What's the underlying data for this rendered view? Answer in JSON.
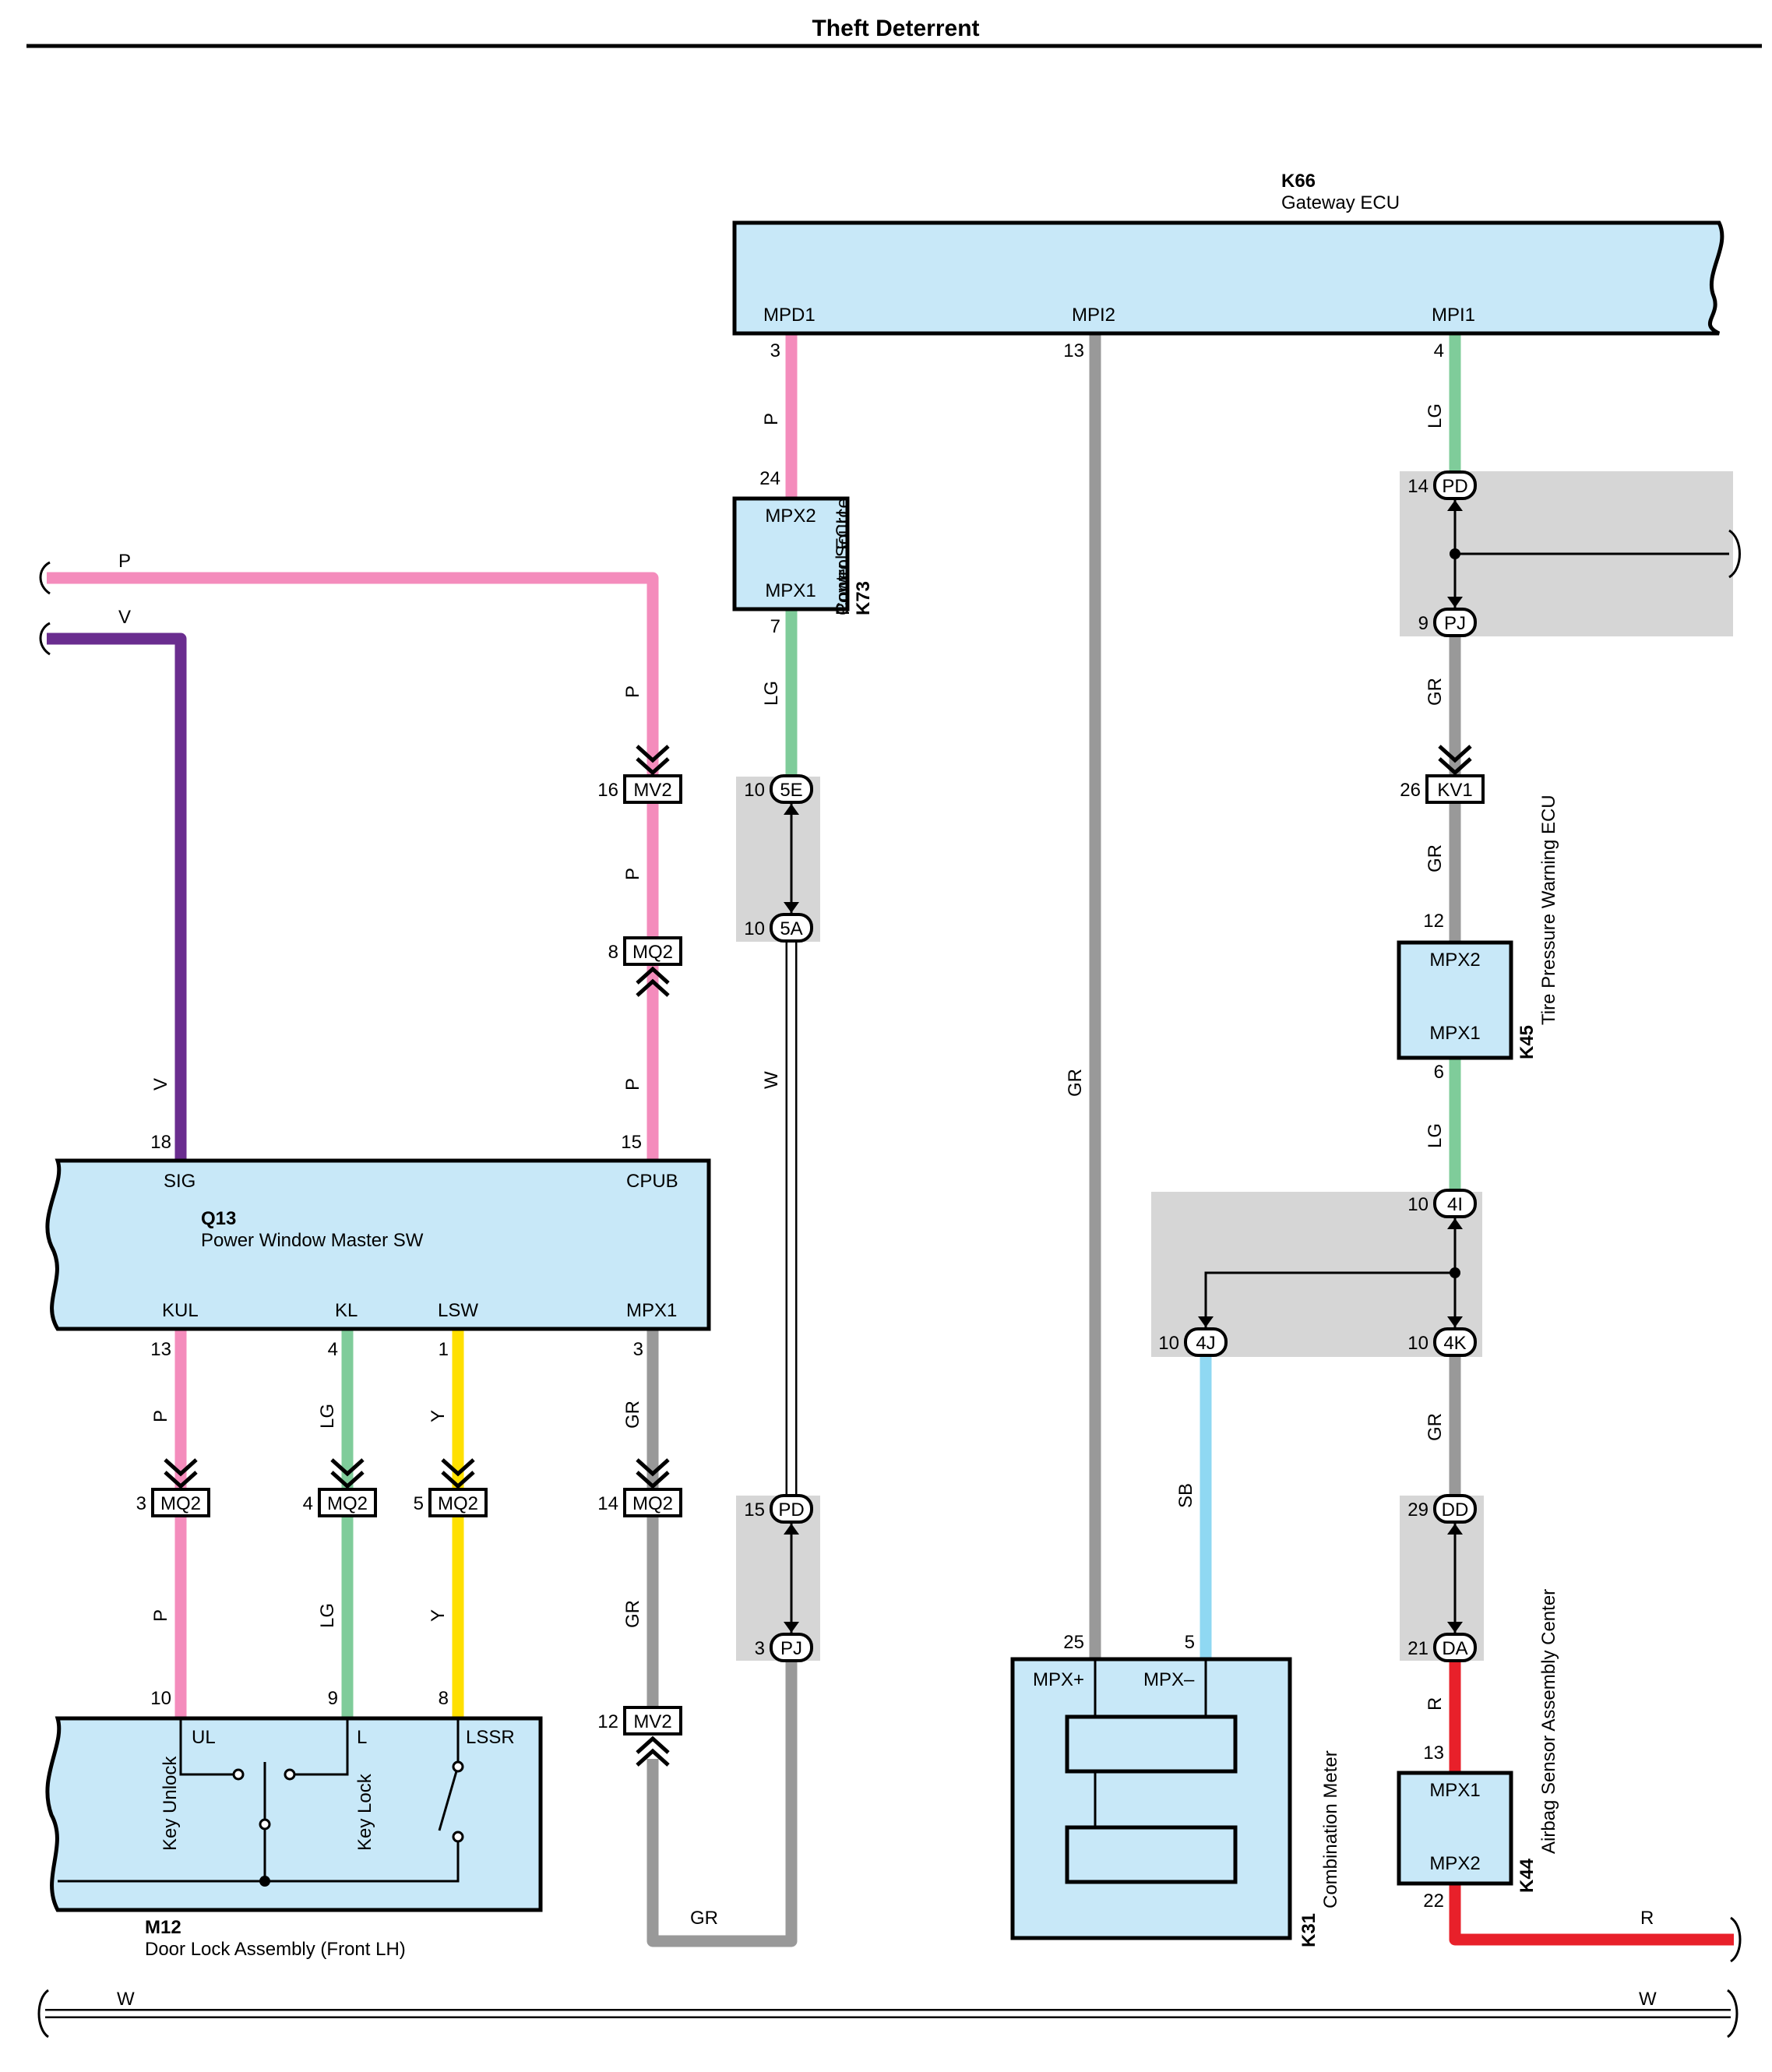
{
  "title": "Theft Deterrent",
  "colors": {
    "P": "#f48cbc",
    "V": "#6a2d8f",
    "LG": "#7fcc9a",
    "Y": "#ffe000",
    "GR": "#999999",
    "W": "#ffffff",
    "SB": "#8fd8f2",
    "R": "#e8202a",
    "component_fill": "#c8e8f8",
    "junction_shade": "#d6d6d6"
  },
  "components": {
    "k66": {
      "code": "K66",
      "name": "Gateway ECU",
      "pins": {
        "mpd1": "MPD1",
        "mpi2": "MPI2",
        "mpi1": "MPI1"
      }
    },
    "k73": {
      "code": "K73",
      "name_line1": "Power Source",
      "name_line2": "Control ECU",
      "pins": {
        "mpx2": "MPX2",
        "mpx1": "MPX1"
      }
    },
    "k45": {
      "code": "K45",
      "name": "Tire Pressure Warning ECU",
      "pins": {
        "mpx2": "MPX2",
        "mpx1": "MPX1"
      }
    },
    "q13": {
      "code": "Q13",
      "name": "Power Window Master SW",
      "pins": {
        "sig": "SIG",
        "cpub": "CPUB",
        "kul": "KUL",
        "kl": "KL",
        "lsw": "LSW",
        "mpx1": "MPX1"
      }
    },
    "m12": {
      "code": "M12",
      "name": "Door Lock Assembly (Front LH)",
      "pins": {
        "ul": "UL",
        "l": "L",
        "lssr": "LSSR"
      },
      "switch_unlock": "Key Unlock",
      "switch_lock": "Key Lock"
    },
    "k31": {
      "code": "K31",
      "name": "Combination Meter",
      "pins": {
        "mpxp": "MPX+",
        "mpxm": "MPX–"
      }
    },
    "k44": {
      "code": "K44",
      "name": "Airbag Sensor Assembly Center",
      "pins": {
        "mpx1": "MPX1",
        "mpx2": "MPX2"
      }
    }
  },
  "connectors": {
    "mv2_16": {
      "name": "MV2",
      "pin": "16"
    },
    "mq2_8": {
      "name": "MQ2",
      "pin": "8"
    },
    "mq2_3": {
      "name": "MQ2",
      "pin": "3"
    },
    "mq2_4": {
      "name": "MQ2",
      "pin": "4"
    },
    "mq2_5": {
      "name": "MQ2",
      "pin": "5"
    },
    "mq2_14": {
      "name": "MQ2",
      "pin": "14"
    },
    "mv2_12": {
      "name": "MV2",
      "pin": "12"
    },
    "kv1_26": {
      "name": "KV1",
      "pin": "26"
    },
    "j5e": {
      "name": "5E",
      "pin": "10"
    },
    "j5a": {
      "name": "5A",
      "pin": "10"
    },
    "jpd_15": {
      "name": "PD",
      "pin": "15"
    },
    "jpj_3": {
      "name": "PJ",
      "pin": "3"
    },
    "jpd_14": {
      "name": "PD",
      "pin": "14"
    },
    "jpj_9": {
      "name": "PJ",
      "pin": "9"
    },
    "j4i": {
      "name": "4I",
      "pin": "10"
    },
    "j4j": {
      "name": "4J",
      "pin": "10"
    },
    "j4k": {
      "name": "4K",
      "pin": "10"
    },
    "jdd": {
      "name": "DD",
      "pin": "29"
    },
    "jda": {
      "name": "DA",
      "pin": "21"
    }
  },
  "pin_numbers": {
    "k66_mpd1": "3",
    "k66_mpi2": "13",
    "k66_mpi1": "4",
    "k73_mpx2": "24",
    "k73_mpx1": "7",
    "k45_mpx2": "12",
    "k45_mpx1": "6",
    "q13_sig": "18",
    "q13_cpub": "15",
    "q13_kul": "13",
    "q13_kl": "4",
    "q13_lsw": "1",
    "q13_mpx1": "3",
    "m12_ul": "10",
    "m12_l": "9",
    "m12_lssr": "8",
    "k31_mpxp": "25",
    "k31_mpxm": "5",
    "k44_mpx1": "13",
    "k44_mpx2": "22"
  },
  "wire_labels": {
    "top_p": "P",
    "top_v": "V",
    "p_a": "P",
    "p_b": "P",
    "p_c": "P",
    "v_a": "V",
    "k66_p": "P",
    "k73_lg": "LG",
    "w_mid": "W",
    "gr_k66": "GR",
    "lg_top": "LG",
    "gr_pj": "GR",
    "gr_kv1": "GR",
    "lg_k45": "LG",
    "gr_4k": "GR",
    "sb_4j": "SB",
    "r_k44": "R",
    "kul_p": "P",
    "kul_p2": "P",
    "kl_lg": "LG",
    "kl_lg2": "LG",
    "lsw_y": "Y",
    "lsw_y2": "Y",
    "mpx_gr": "GR",
    "mpx_gr2": "GR",
    "gr_bottom": "GR",
    "r_bottom": "R",
    "w_bottom_left": "W",
    "w_bottom_right": "W"
  }
}
